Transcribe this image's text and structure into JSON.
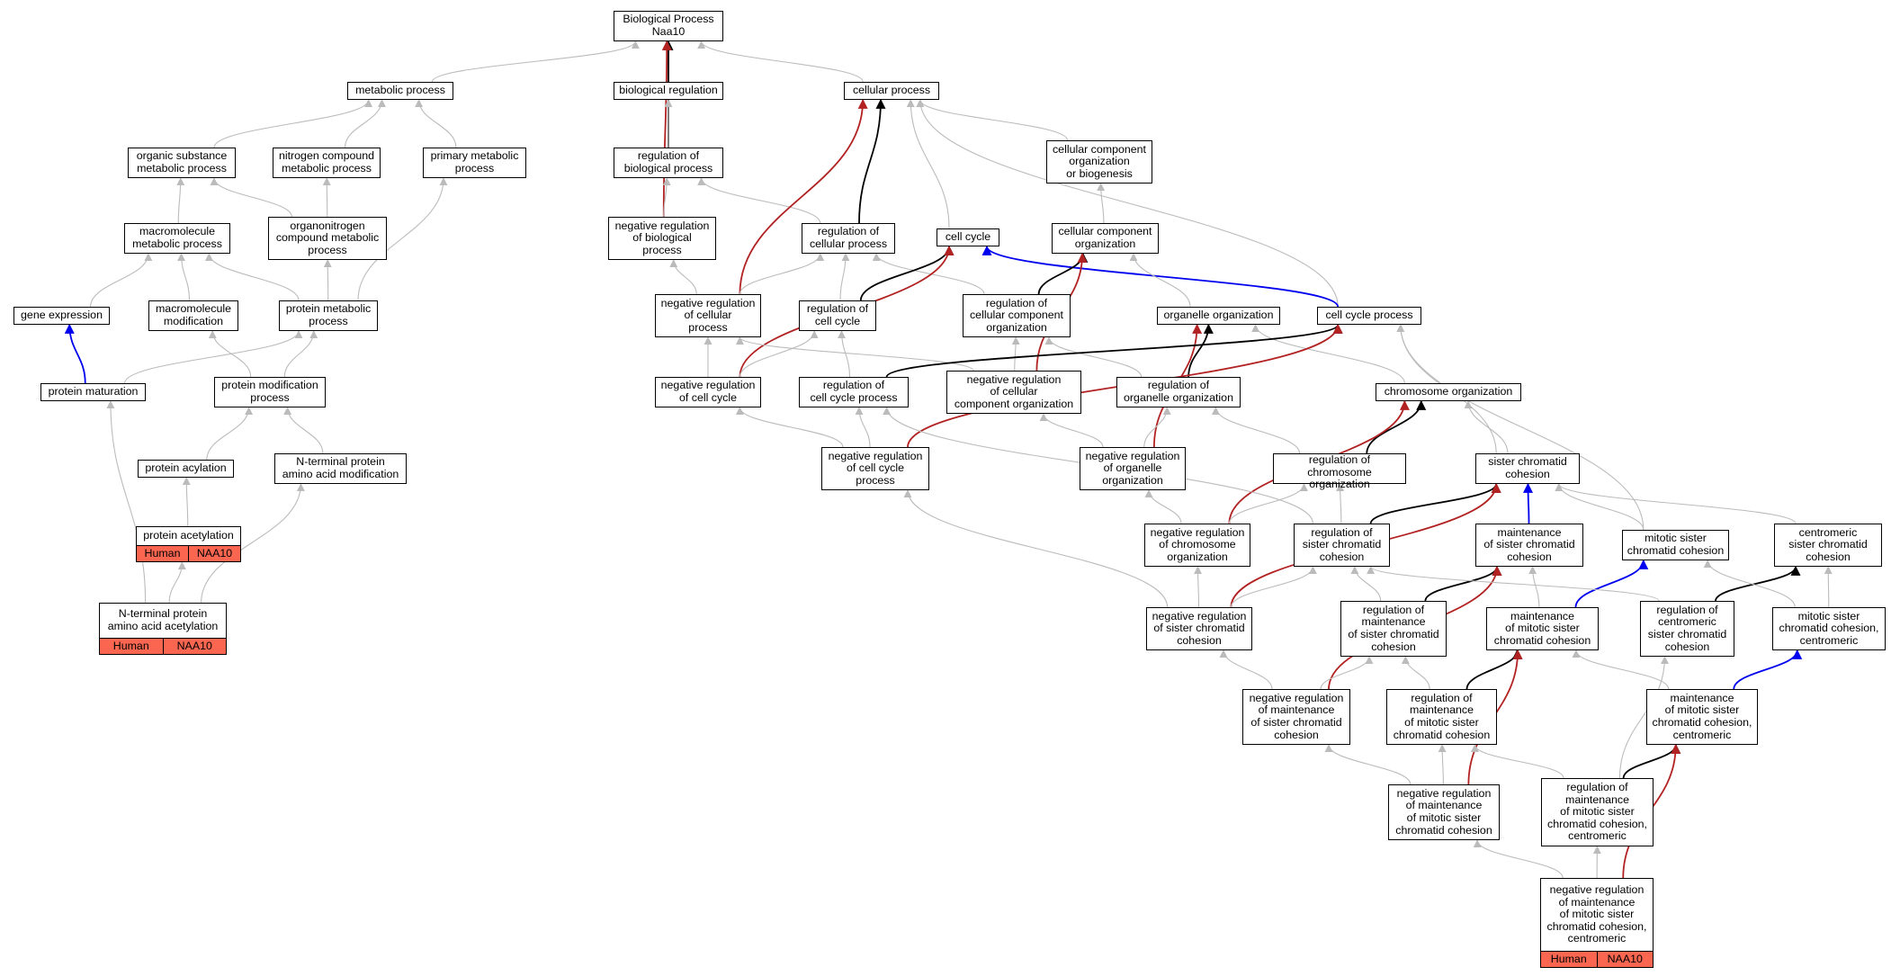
{
  "colors": {
    "is_a": "#bbbbbb",
    "regulates": "#000000",
    "negatively_regulates": "#b22222",
    "part_of": "#0000ee",
    "annotation_fill": "#fa6650"
  },
  "nodes": [
    {
      "id": "bp",
      "label": "Biological Process\nNaa10"
    },
    {
      "id": "metab",
      "label": "metabolic process"
    },
    {
      "id": "bioreg",
      "label": "biological regulation"
    },
    {
      "id": "cellproc",
      "label": "cellular process"
    },
    {
      "id": "orgsub",
      "label": "organic substance\nmetabolic process"
    },
    {
      "id": "nitro",
      "label": "nitrogen compound\nmetabolic process"
    },
    {
      "id": "primary",
      "label": "primary metabolic\nprocess"
    },
    {
      "id": "regbio",
      "label": "regulation of\nbiological process"
    },
    {
      "id": "ccorgbio",
      "label": "cellular component\norganization\nor biogenesis"
    },
    {
      "id": "macromet",
      "label": "macromolecule\nmetabolic process"
    },
    {
      "id": "organonitro",
      "label": "organonitrogen\ncompound metabolic\nprocess"
    },
    {
      "id": "negregbio",
      "label": "negative regulation\nof biological\nprocess"
    },
    {
      "id": "regcell",
      "label": "regulation of\ncellular process"
    },
    {
      "id": "cellcycle",
      "label": "cell cycle"
    },
    {
      "id": "ccorg",
      "label": "cellular component\norganization"
    },
    {
      "id": "geneexp",
      "label": "gene expression"
    },
    {
      "id": "macromod",
      "label": "macromolecule\nmodification"
    },
    {
      "id": "protmet",
      "label": "protein metabolic\nprocess"
    },
    {
      "id": "negregcell",
      "label": "negative regulation\nof cellular\nprocess"
    },
    {
      "id": "regcc",
      "label": "regulation of\ncell cycle"
    },
    {
      "id": "regccorg",
      "label": "regulation of\ncellular component\norganization"
    },
    {
      "id": "organelle",
      "label": "organelle organization"
    },
    {
      "id": "ccproc",
      "label": "cell cycle process"
    },
    {
      "id": "protmat",
      "label": "protein maturation"
    },
    {
      "id": "protmod",
      "label": "protein modification\nprocess"
    },
    {
      "id": "negregcc",
      "label": "negative regulation\nof cell cycle"
    },
    {
      "id": "regccproc",
      "label": "regulation of\ncell cycle process"
    },
    {
      "id": "negregccorg",
      "label": "negative regulation\nof cellular\ncomponent organization"
    },
    {
      "id": "regorg",
      "label": "regulation of\norganelle organization"
    },
    {
      "id": "chromorg",
      "label": "chromosome organization"
    },
    {
      "id": "protacyl",
      "label": "protein acylation"
    },
    {
      "id": "ntermmod",
      "label": "N-terminal protein\namino acid modification"
    },
    {
      "id": "negregccproc",
      "label": "negative regulation\nof cell cycle\nprocess"
    },
    {
      "id": "negregorg",
      "label": "negative regulation\nof organelle\norganization"
    },
    {
      "id": "regchrom",
      "label": "regulation of\nchromosome organization"
    },
    {
      "id": "sisterchrom",
      "label": "sister chromatid\ncohesion"
    },
    {
      "id": "protacet",
      "label": "protein acetylation",
      "annotation": [
        "Human",
        "NAA10"
      ]
    },
    {
      "id": "negregchrom",
      "label": "negative regulation\nof chromosome\norganization"
    },
    {
      "id": "regsister",
      "label": "regulation of\nsister chromatid\ncohesion"
    },
    {
      "id": "maintsister",
      "label": "maintenance\nof sister chromatid\ncohesion"
    },
    {
      "id": "mitsister",
      "label": "mitotic sister\nchromatid cohesion"
    },
    {
      "id": "centsister",
      "label": "centromeric\nsister chromatid\ncohesion"
    },
    {
      "id": "ntermacet",
      "label": "N-terminal protein\namino acid acetylation",
      "annotation": [
        "Human",
        "NAA10"
      ]
    },
    {
      "id": "negregsister",
      "label": "negative regulation\nof sister chromatid\ncohesion"
    },
    {
      "id": "regmaintsister",
      "label": "regulation of\nmaintenance\nof sister chromatid\ncohesion"
    },
    {
      "id": "maintmit",
      "label": "maintenance\nof mitotic sister\nchromatid cohesion"
    },
    {
      "id": "regcentsister",
      "label": "regulation of\ncentromeric\nsister chromatid\ncohesion"
    },
    {
      "id": "mitcent",
      "label": "mitotic sister\nchromatid cohesion,\ncentromeric"
    },
    {
      "id": "negregmaintsister",
      "label": "negative regulation\nof maintenance\nof sister chromatid\ncohesion"
    },
    {
      "id": "regmaintmit",
      "label": "regulation of\nmaintenance\nof mitotic sister\nchromatid cohesion"
    },
    {
      "id": "maintmitcent",
      "label": "maintenance\nof mitotic sister\nchromatid cohesion,\ncentromeric"
    },
    {
      "id": "negregmaintmit",
      "label": "negative regulation\nof maintenance\nof mitotic sister\nchromatid cohesion"
    },
    {
      "id": "regmaintmitcent",
      "label": "regulation of\nmaintenance\nof mitotic sister\nchromatid cohesion,\ncentromeric"
    },
    {
      "id": "negregmaintmitcent",
      "label": "negative regulation\nof maintenance\nof mitotic sister\nchromatid cohesion,\ncentromeric",
      "annotation": [
        "Human",
        "NAA10"
      ]
    }
  ],
  "edges": [
    {
      "from": "metab",
      "to": "bp",
      "type": "is_a"
    },
    {
      "from": "bioreg",
      "to": "bp",
      "type": "is_a"
    },
    {
      "from": "cellproc",
      "to": "bp",
      "type": "is_a"
    },
    {
      "from": "regbio",
      "to": "bp",
      "type": "regulates"
    },
    {
      "from": "negregbio",
      "to": "bp",
      "type": "negatively_regulates"
    },
    {
      "from": "orgsub",
      "to": "metab",
      "type": "is_a"
    },
    {
      "from": "nitro",
      "to": "metab",
      "type": "is_a"
    },
    {
      "from": "primary",
      "to": "metab",
      "type": "is_a"
    },
    {
      "from": "regbio",
      "to": "bioreg",
      "type": "is_a"
    },
    {
      "from": "negregbio",
      "to": "regbio",
      "type": "is_a"
    },
    {
      "from": "regcell",
      "to": "regbio",
      "type": "is_a"
    },
    {
      "from": "regcell",
      "to": "cellproc",
      "type": "regulates"
    },
    {
      "from": "negregcell",
      "to": "cellproc",
      "type": "negatively_regulates"
    },
    {
      "from": "cellcycle",
      "to": "cellproc",
      "type": "is_a"
    },
    {
      "from": "ccorgbio",
      "to": "cellproc",
      "type": "is_a"
    },
    {
      "from": "ccproc",
      "to": "cellproc",
      "type": "is_a"
    },
    {
      "from": "ccorg",
      "to": "ccorgbio",
      "type": "is_a"
    },
    {
      "from": "macromet",
      "to": "orgsub",
      "type": "is_a"
    },
    {
      "from": "organonitro",
      "to": "orgsub",
      "type": "is_a"
    },
    {
      "from": "organonitro",
      "to": "nitro",
      "type": "is_a"
    },
    {
      "from": "protmet",
      "to": "primary",
      "type": "is_a"
    },
    {
      "from": "geneexp",
      "to": "macromet",
      "type": "is_a"
    },
    {
      "from": "macromod",
      "to": "macromet",
      "type": "is_a"
    },
    {
      "from": "protmet",
      "to": "macromet",
      "type": "is_a"
    },
    {
      "from": "protmet",
      "to": "organonitro",
      "type": "is_a"
    },
    {
      "from": "negregcell",
      "to": "negregbio",
      "type": "is_a"
    },
    {
      "from": "negregcell",
      "to": "regcell",
      "type": "is_a"
    },
    {
      "from": "regcc",
      "to": "regcell",
      "type": "is_a"
    },
    {
      "from": "regccorg",
      "to": "regcell",
      "type": "is_a"
    },
    {
      "from": "regcc",
      "to": "cellcycle",
      "type": "regulates"
    },
    {
      "from": "negregcc",
      "to": "cellcycle",
      "type": "negatively_regulates"
    },
    {
      "from": "ccproc",
      "to": "cellcycle",
      "type": "part_of"
    },
    {
      "from": "regccorg",
      "to": "ccorg",
      "type": "regulates"
    },
    {
      "from": "negregccorg",
      "to": "ccorg",
      "type": "negatively_regulates"
    },
    {
      "from": "organelle",
      "to": "ccorg",
      "type": "is_a"
    },
    {
      "from": "protmat",
      "to": "geneexp",
      "type": "part_of"
    },
    {
      "from": "protmat",
      "to": "protmet",
      "type": "is_a"
    },
    {
      "from": "protmod",
      "to": "macromod",
      "type": "is_a"
    },
    {
      "from": "protmod",
      "to": "protmet",
      "type": "is_a"
    },
    {
      "from": "negregcc",
      "to": "negregcell",
      "type": "is_a"
    },
    {
      "from": "negregccorg",
      "to": "negregcell",
      "type": "is_a"
    },
    {
      "from": "negregcc",
      "to": "regcc",
      "type": "is_a"
    },
    {
      "from": "regccproc",
      "to": "regcc",
      "type": "is_a"
    },
    {
      "from": "negregccorg",
      "to": "regccorg",
      "type": "is_a"
    },
    {
      "from": "regorg",
      "to": "regccorg",
      "type": "is_a"
    },
    {
      "from": "regorg",
      "to": "organelle",
      "type": "regulates"
    },
    {
      "from": "negregorg",
      "to": "organelle",
      "type": "negatively_regulates"
    },
    {
      "from": "chromorg",
      "to": "organelle",
      "type": "is_a"
    },
    {
      "from": "regccproc",
      "to": "ccproc",
      "type": "regulates"
    },
    {
      "from": "negregccproc",
      "to": "ccproc",
      "type": "negatively_regulates"
    },
    {
      "from": "sisterchrom",
      "to": "ccproc",
      "type": "is_a"
    },
    {
      "from": "mitsister",
      "to": "ccproc",
      "type": "is_a"
    },
    {
      "from": "protacyl",
      "to": "protmod",
      "type": "is_a"
    },
    {
      "from": "ntermmod",
      "to": "protmod",
      "type": "is_a"
    },
    {
      "from": "negregccproc",
      "to": "negregcc",
      "type": "is_a"
    },
    {
      "from": "negregccproc",
      "to": "regccproc",
      "type": "is_a"
    },
    {
      "from": "negregorg",
      "to": "negregccorg",
      "type": "is_a"
    },
    {
      "from": "negregorg",
      "to": "regorg",
      "type": "is_a"
    },
    {
      "from": "regchrom",
      "to": "regorg",
      "type": "is_a"
    },
    {
      "from": "regchrom",
      "to": "chromorg",
      "type": "regulates"
    },
    {
      "from": "negregchrom",
      "to": "chromorg",
      "type": "negatively_regulates"
    },
    {
      "from": "sisterchrom",
      "to": "chromorg",
      "type": "is_a"
    },
    {
      "from": "protacet",
      "to": "protacyl",
      "type": "is_a"
    },
    {
      "from": "negregsister",
      "to": "negregccproc",
      "type": "is_a"
    },
    {
      "from": "negregchrom",
      "to": "negregorg",
      "type": "is_a"
    },
    {
      "from": "negregchrom",
      "to": "regchrom",
      "type": "is_a"
    },
    {
      "from": "regsister",
      "to": "regchrom",
      "type": "is_a"
    },
    {
      "from": "regsister",
      "to": "regccproc",
      "type": "is_a"
    },
    {
      "from": "regsister",
      "to": "sisterchrom",
      "type": "regulates"
    },
    {
      "from": "negregsister",
      "to": "sisterchrom",
      "type": "negatively_regulates"
    },
    {
      "from": "maintsister",
      "to": "sisterchrom",
      "type": "part_of"
    },
    {
      "from": "mitsister",
      "to": "sisterchrom",
      "type": "is_a"
    },
    {
      "from": "centsister",
      "to": "sisterchrom",
      "type": "is_a"
    },
    {
      "from": "ntermacet",
      "to": "protacet",
      "type": "is_a"
    },
    {
      "from": "ntermacet",
      "to": "protmat",
      "type": "is_a"
    },
    {
      "from": "ntermacet",
      "to": "ntermmod",
      "type": "is_a"
    },
    {
      "from": "negregsister",
      "to": "negregchrom",
      "type": "is_a"
    },
    {
      "from": "negregsister",
      "to": "regsister",
      "type": "is_a"
    },
    {
      "from": "regmaintsister",
      "to": "regsister",
      "type": "is_a"
    },
    {
      "from": "regmaintsister",
      "to": "maintsister",
      "type": "regulates"
    },
    {
      "from": "negregmaintsister",
      "to": "maintsister",
      "type": "negatively_regulates"
    },
    {
      "from": "maintmit",
      "to": "maintsister",
      "type": "is_a"
    },
    {
      "from": "maintmit",
      "to": "mitsister",
      "type": "part_of"
    },
    {
      "from": "regcentsister",
      "to": "regsister",
      "type": "is_a"
    },
    {
      "from": "regcentsister",
      "to": "centsister",
      "type": "regulates"
    },
    {
      "from": "mitcent",
      "to": "mitsister",
      "type": "is_a"
    },
    {
      "from": "mitcent",
      "to": "centsister",
      "type": "is_a"
    },
    {
      "from": "negregmaintsister",
      "to": "negregsister",
      "type": "is_a"
    },
    {
      "from": "negregmaintsister",
      "to": "regmaintsister",
      "type": "is_a"
    },
    {
      "from": "regmaintmit",
      "to": "regmaintsister",
      "type": "is_a"
    },
    {
      "from": "regmaintmit",
      "to": "maintmit",
      "type": "regulates"
    },
    {
      "from": "negregmaintmit",
      "to": "maintmit",
      "type": "negatively_regulates"
    },
    {
      "from": "maintmitcent",
      "to": "maintmit",
      "type": "is_a"
    },
    {
      "from": "maintmitcent",
      "to": "mitcent",
      "type": "part_of"
    },
    {
      "from": "negregmaintmit",
      "to": "negregmaintsister",
      "type": "is_a"
    },
    {
      "from": "negregmaintmit",
      "to": "regmaintmit",
      "type": "is_a"
    },
    {
      "from": "regmaintmitcent",
      "to": "regmaintmit",
      "type": "is_a"
    },
    {
      "from": "regmaintmitcent",
      "to": "regcentsister",
      "type": "is_a"
    },
    {
      "from": "regmaintmitcent",
      "to": "maintmitcent",
      "type": "regulates"
    },
    {
      "from": "negregmaintmitcent",
      "to": "negregmaintmit",
      "type": "is_a"
    },
    {
      "from": "negregmaintmitcent",
      "to": "regmaintmitcent",
      "type": "is_a"
    },
    {
      "from": "negregmaintmitcent",
      "to": "maintmitcent",
      "type": "negatively_regulates"
    }
  ]
}
